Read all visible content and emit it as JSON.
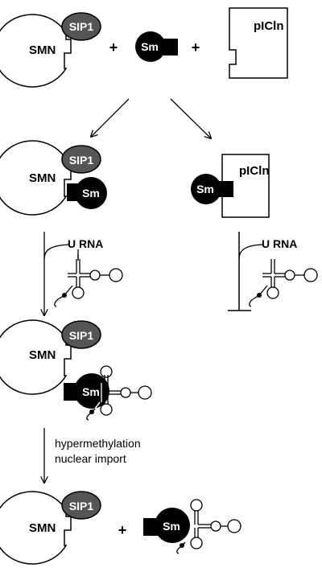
{
  "labels": {
    "smn": "SMN",
    "sip1": "SIP1",
    "sm": "Sm",
    "picln": "pICln",
    "plus": "+",
    "u_rna": "U RNA",
    "hypermethylation": "hypermethylation",
    "nuclear_import": "nuclear import"
  },
  "colors": {
    "line": "#000000",
    "sip1_fill": "#555555",
    "sm_fill": "#000000",
    "white": "#ffffff"
  }
}
